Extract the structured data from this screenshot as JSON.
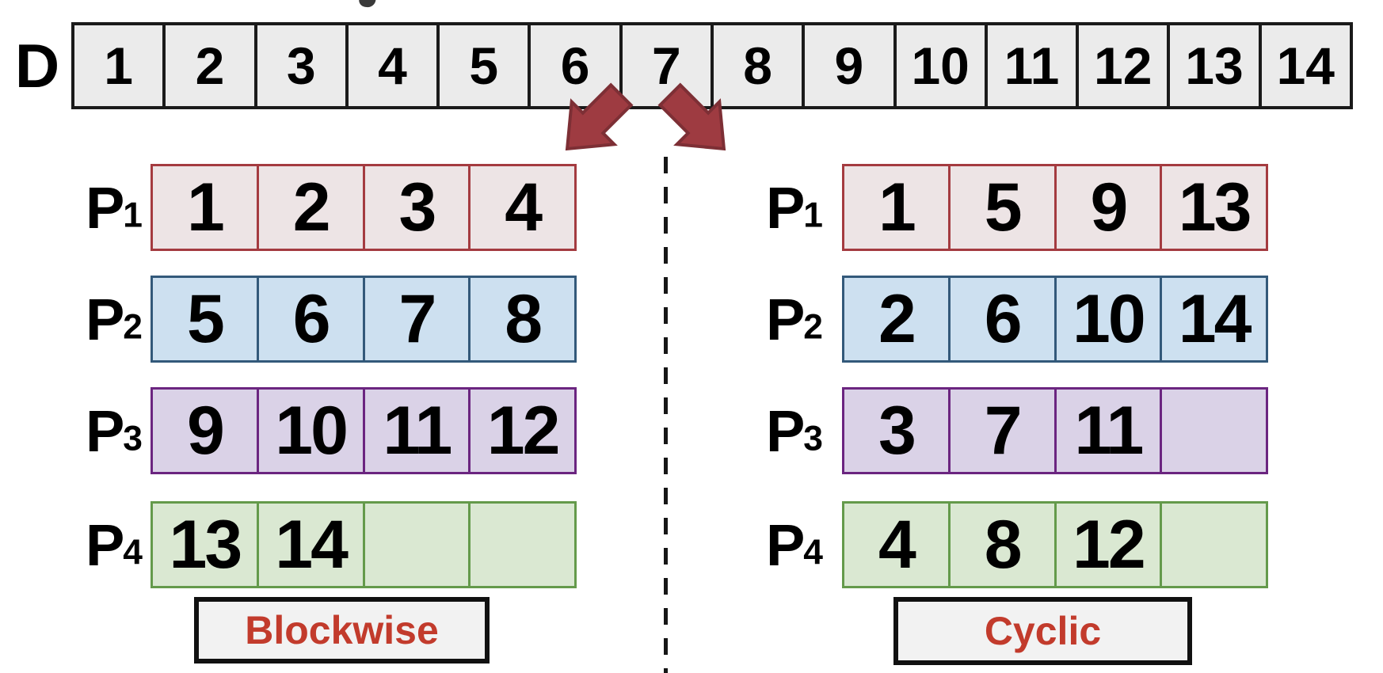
{
  "array": {
    "label": "D",
    "cells": [
      "1",
      "2",
      "3",
      "4",
      "5",
      "6",
      "7",
      "8",
      "9",
      "10",
      "11",
      "12",
      "13",
      "14"
    ]
  },
  "left": {
    "title": "Blockwise",
    "rows": [
      {
        "label": "P",
        "sub": "1",
        "cells": [
          "1",
          "2",
          "3",
          "4"
        ]
      },
      {
        "label": "P",
        "sub": "2",
        "cells": [
          "5",
          "6",
          "7",
          "8"
        ]
      },
      {
        "label": "P",
        "sub": "3",
        "cells": [
          "9",
          "10",
          "11",
          "12"
        ]
      },
      {
        "label": "P",
        "sub": "4",
        "cells": [
          "13",
          "14",
          "",
          ""
        ]
      }
    ]
  },
  "right": {
    "title": "Cyclic",
    "rows": [
      {
        "label": "P",
        "sub": "1",
        "cells": [
          "1",
          "5",
          "9",
          "13"
        ]
      },
      {
        "label": "P",
        "sub": "2",
        "cells": [
          "2",
          "6",
          "10",
          "14"
        ]
      },
      {
        "label": "P",
        "sub": "3",
        "cells": [
          "3",
          "7",
          "11",
          ""
        ]
      },
      {
        "label": "P",
        "sub": "4",
        "cells": [
          "4",
          "8",
          "12",
          ""
        ]
      }
    ]
  },
  "icons": {
    "arrow_left": "down-left-block-arrow",
    "arrow_right": "down-right-block-arrow"
  },
  "colors": {
    "array_fill": "#ebebeb",
    "array_border": "#1a1a1a",
    "p1_fill": "#ede4e5",
    "p1_border": "#a43b40",
    "p2_fill": "#cde0f0",
    "p2_border": "#33597a",
    "p3_fill": "#dad2e7",
    "p3_border": "#6b2580",
    "p4_fill": "#dae8d2",
    "p4_border": "#649a4b",
    "arrow_fill": "#9e3b41",
    "arrow_stroke": "#7d2f35",
    "caption_text": "#c23b2c",
    "caption_fill": "#f2f2f2",
    "caption_border": "#111111",
    "divider": "#161616",
    "digit": "#000000"
  }
}
